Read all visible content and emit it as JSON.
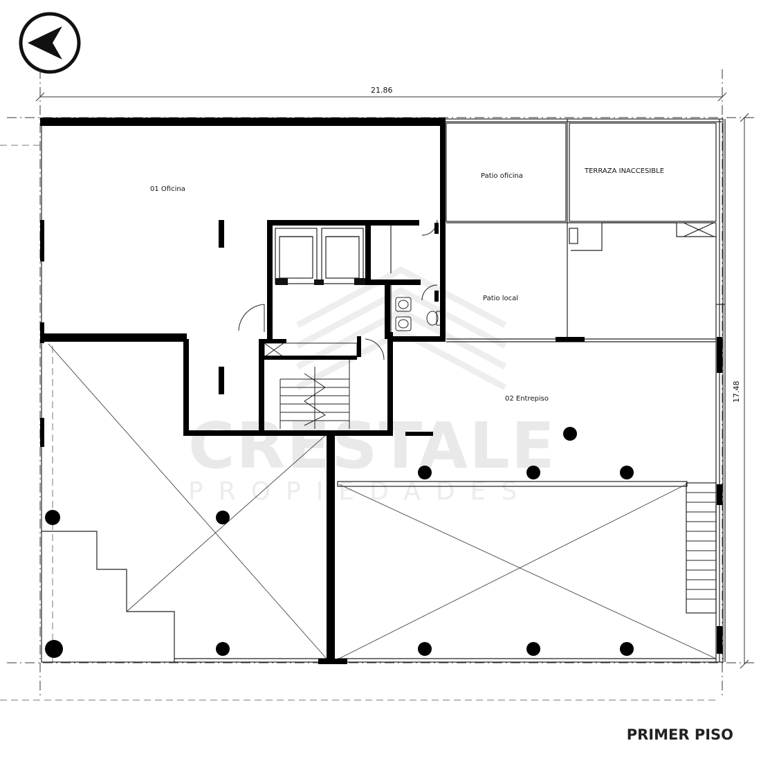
{
  "drawing": {
    "title": "PRIMER PISO",
    "watermark": {
      "brand": "CRESTALE",
      "tagline": "PROPIEDADES"
    },
    "dimensions": {
      "width": "21.86",
      "depth": "17.48"
    },
    "rooms": {
      "oficina": "01 Oficina",
      "patio_oficina": "Patio oficina",
      "terraza": "TERRAZA INACCESIBLE",
      "patio_local": "Patio local",
      "entrepiso": "02 Entrepiso"
    },
    "north_icon": "north-arrow-icon"
  }
}
